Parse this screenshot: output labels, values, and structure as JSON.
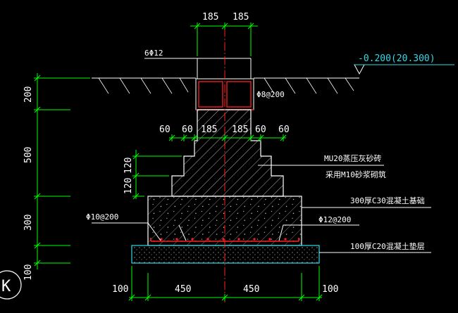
{
  "dims": {
    "top_half_left": "185",
    "top_half_right": "185",
    "left_height_200": "200",
    "left_height_500": "500",
    "left_height_300": "300",
    "left_height_100": "100",
    "step_height_1": "120",
    "step_height_2": "120",
    "mid_row": [
      "60",
      "60",
      "185",
      "185",
      "60",
      "60"
    ],
    "bottom_row": [
      "100",
      "450",
      "450",
      "100"
    ]
  },
  "labels": {
    "beam_rebar": "6Φ12",
    "stirrup": "Φ8@200",
    "elevation": "-0.200(20.300)",
    "brick_material": "MU20蒸压灰砂砖",
    "mortar": "采用M10砂浆砌筑",
    "concrete_footing": "300厚C30混凝土基础",
    "rebar_left": "Φ10@200",
    "rebar_right": "Φ12@200",
    "cushion": "100厚C20混凝土垫层",
    "axis_label": "K"
  },
  "colors": {
    "background": "#000000",
    "dimension_line": "#00ff00",
    "outline": "#33d9e6",
    "text": "#ffffff",
    "rebar": "#ff2020",
    "axis": "#ff2020"
  }
}
